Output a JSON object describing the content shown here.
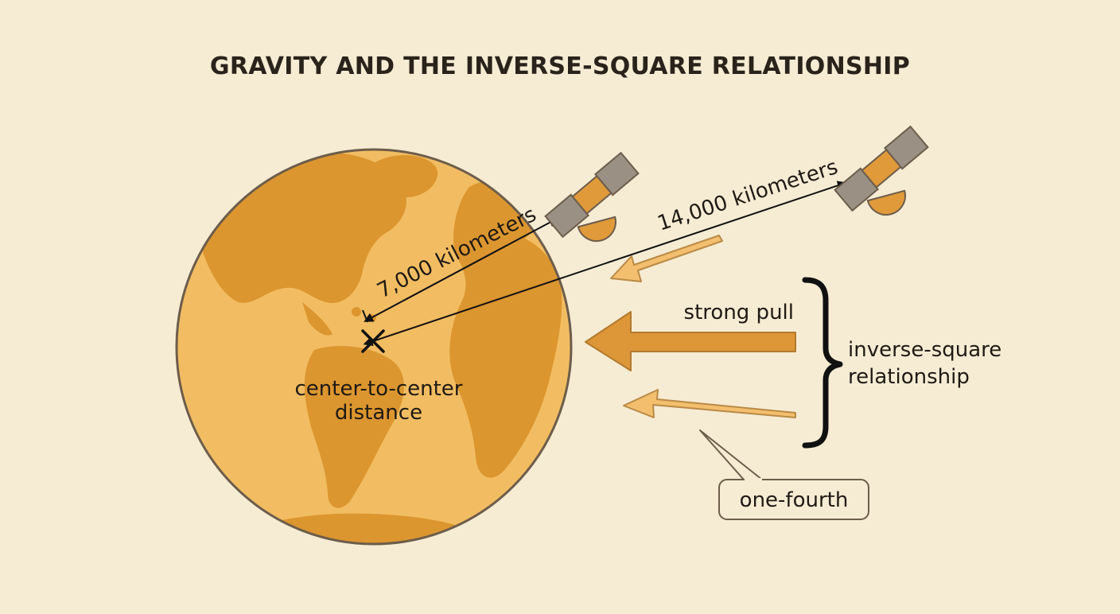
{
  "title": "GRAVITY AND THE INVERSE-SQUARE RELATIONSHIP",
  "labels": {
    "near_distance": "7,000 kilometers",
    "far_distance": "14,000 kilometers",
    "center_distance_line1": "center-to-center",
    "center_distance_line2": "distance",
    "strong_pull": "strong pull",
    "relationship_line1": "inverse-square",
    "relationship_line2": "relationship",
    "one_fourth": "one-fourth"
  },
  "icons": {
    "planet": "earth-globe-icon",
    "center": "cross-mark-icon",
    "satellite": "satellite-icon"
  },
  "colors": {
    "background": "#f6ecd4",
    "planet_ocean": "#f2bd62",
    "planet_land": "#dc962f",
    "arrow_fill": "#dd9638",
    "arrow_light": "#f3bf6e",
    "outline": "#6d5d4b",
    "text": "#1f1a14"
  }
}
